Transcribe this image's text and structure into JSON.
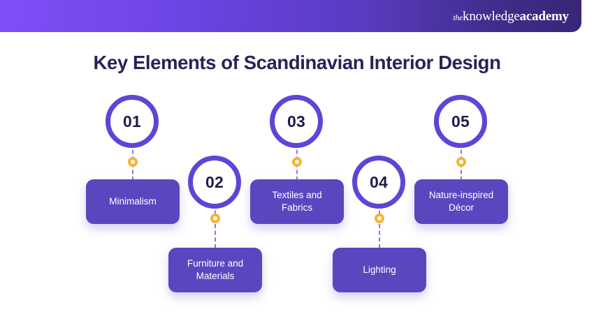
{
  "header": {
    "brand": {
      "the": "the",
      "knowledge": "knowledge",
      "academy": "academy",
      "full": "theknowledgeacademy"
    },
    "gradient_from": "#7f4ff7",
    "gradient_to": "#392678"
  },
  "title": "Key Elements of Scandinavian Interior Design",
  "colors": {
    "title": "#2b2157",
    "circle_stroke": "#5f45d6",
    "circle_number": "#231c47",
    "box_fill": "#5b46c0",
    "box_text": "#ffffff",
    "marker_ring": "#f9b233",
    "connector": "#8f78e0",
    "background": "#ffffff"
  },
  "diagram": {
    "type": "alternating-step-infographic",
    "step_count": 5,
    "steps": [
      {
        "number": "01",
        "label": "Minimalism",
        "position": "up"
      },
      {
        "number": "02",
        "label": "Furniture and Materials",
        "position": "down"
      },
      {
        "number": "03",
        "label": "Textiles and Fabrics",
        "position": "up"
      },
      {
        "number": "04",
        "label": "Lighting",
        "position": "down"
      },
      {
        "number": "05",
        "label": "Nature-inspired Décor",
        "position": "up"
      }
    ]
  }
}
